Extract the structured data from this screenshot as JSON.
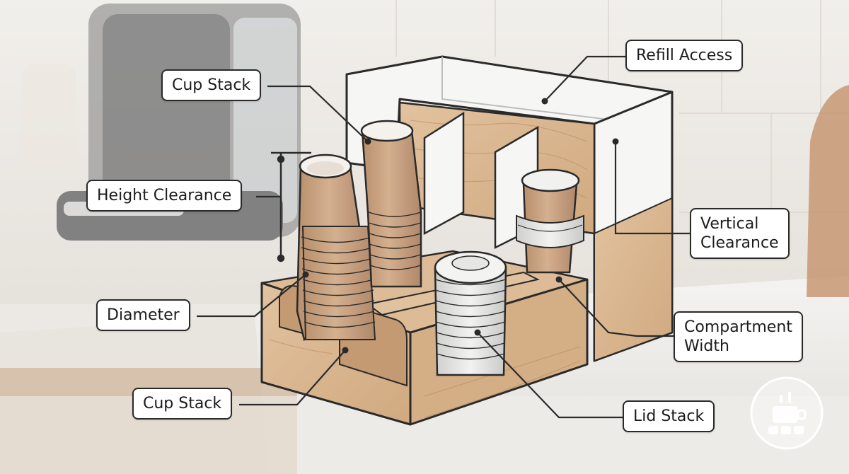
{
  "labels": {
    "refill_access": "Refill Access",
    "cup_stack_top": "Cup Stack",
    "height_clearance": "Height Clearance",
    "vertical_clearance_line1": "Vertical",
    "vertical_clearance_line2": "Clearance",
    "diameter": "Diameter",
    "compartment_width_line1": "Compartment",
    "compartment_width_line2": "Width",
    "cup_stack_bottom": "Cup Stack",
    "lid_stack": "Lid Stack"
  },
  "colors": {
    "wood": "#d9b792",
    "wood_dark": "#c49a72",
    "cup": "#c8a382",
    "lid": "#e4e4e2",
    "panel_white": "#f6f6f4",
    "outline": "#2a2a2a"
  },
  "logo": {
    "icon": "coffee-robot-icon"
  }
}
